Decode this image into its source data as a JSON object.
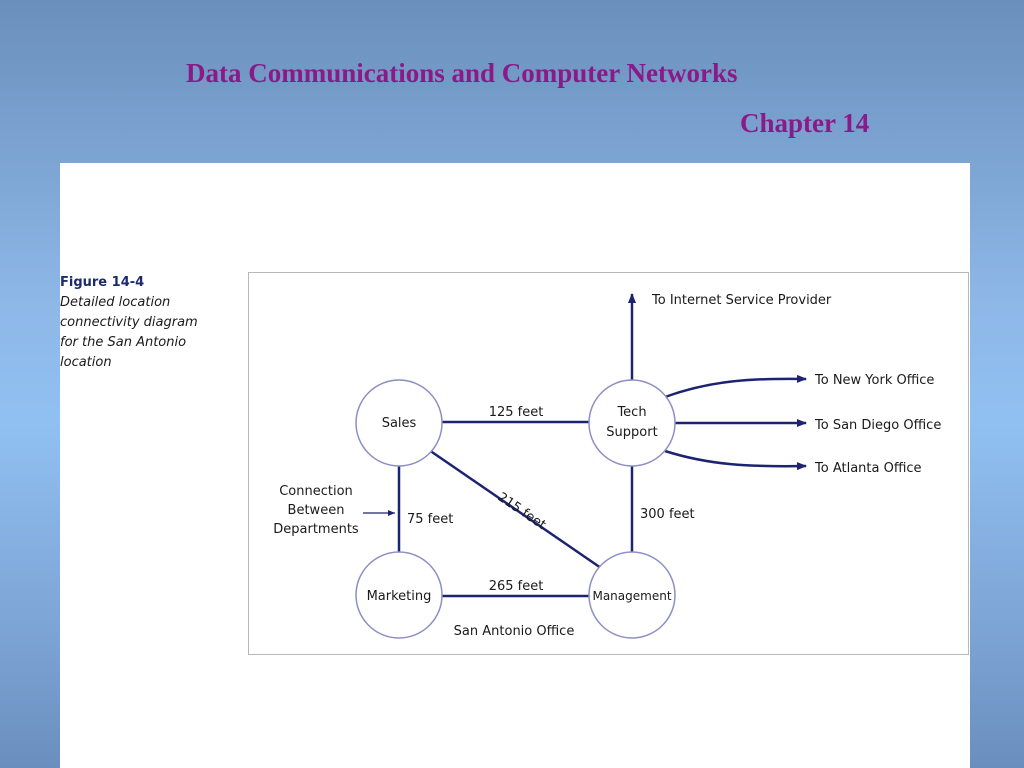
{
  "slide": {
    "title": "Data Communications and Computer Networks",
    "subtitle": "Chapter 14"
  },
  "caption": {
    "figure_number": "Figure 14-4",
    "description_lines": [
      "Detailed location",
      "connectivity diagram",
      "for the San Antonio",
      "location"
    ]
  },
  "diagram": {
    "nodes": {
      "sales": "Sales",
      "tech_support": [
        "Tech",
        "Support"
      ],
      "marketing": "Marketing",
      "management": "Management"
    },
    "edges": {
      "sales_tech": "125 feet",
      "sales_marketing": "75 feet",
      "sales_management": "215 feet",
      "tech_management": "300 feet",
      "marketing_management": "265 feet"
    },
    "external": {
      "isp": "To Internet Service Provider",
      "new_york": "To New York Office",
      "san_diego": "To San Diego Office",
      "atlanta": "To Atlanta Office"
    },
    "annotation": [
      "Connection",
      "Between",
      "Departments"
    ],
    "footer": "San Antonio Office",
    "colors": {
      "line": "#1c2370",
      "node_border": "#8c8fc4",
      "title": "#8b1a89"
    }
  }
}
